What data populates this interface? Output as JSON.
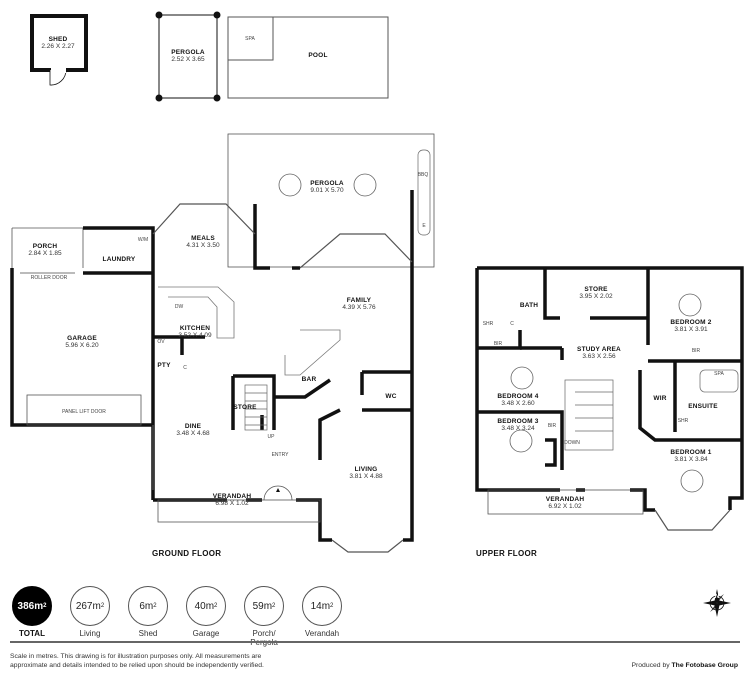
{
  "ground_floor": {
    "title": "GROUND FLOOR",
    "rooms": [
      {
        "id": "shed",
        "name": "SHED",
        "dims": "2.26 X 2.27"
      },
      {
        "id": "pergola-small",
        "name": "PERGOLA",
        "dims": "2.52 X 3.65"
      },
      {
        "id": "spa",
        "name": "SPA",
        "dims": ""
      },
      {
        "id": "pool",
        "name": "POOL",
        "dims": ""
      },
      {
        "id": "pergola-large",
        "name": "PERGOLA",
        "dims": "9.01 X 5.70"
      },
      {
        "id": "porch",
        "name": "PORCH",
        "dims": "2.84 X 1.85"
      },
      {
        "id": "laundry",
        "name": "LAUNDRY",
        "dims": ""
      },
      {
        "id": "meals",
        "name": "MEALS",
        "dims": "4.31 X 3.50"
      },
      {
        "id": "family",
        "name": "FAMILY",
        "dims": "4.39 X 5.76"
      },
      {
        "id": "garage",
        "name": "GARAGE",
        "dims": "5.96 X 6.20"
      },
      {
        "id": "kitchen",
        "name": "KITCHEN",
        "dims": "3.52 X 4.09"
      },
      {
        "id": "pty",
        "name": "PTY",
        "dims": ""
      },
      {
        "id": "bar",
        "name": "BAR",
        "dims": ""
      },
      {
        "id": "wc",
        "name": "WC",
        "dims": ""
      },
      {
        "id": "store",
        "name": "STORE",
        "dims": ""
      },
      {
        "id": "dine",
        "name": "DINE",
        "dims": "3.48 X 4.68"
      },
      {
        "id": "entry",
        "name": "ENTRY",
        "dims": ""
      },
      {
        "id": "living",
        "name": "LIVING",
        "dims": "3.81 X 4.88"
      },
      {
        "id": "verandah",
        "name": "VERANDAH",
        "dims": "6.98 X 1.02"
      }
    ],
    "fixtures": {
      "roller_door": "ROLLER DOOR",
      "panel_lift_door": "PANEL LIFT DOOR",
      "wm": "W/M",
      "dw": "DW",
      "ov": "OV",
      "c": "C",
      "up": "UP",
      "bbq": "BBQ",
      "e": "E"
    }
  },
  "upper_floor": {
    "title": "UPPER FLOOR",
    "rooms": [
      {
        "id": "store",
        "name": "STORE",
        "dims": "3.95 X 2.02"
      },
      {
        "id": "bath",
        "name": "BATH",
        "dims": ""
      },
      {
        "id": "bedroom-2",
        "name": "BEDROOM 2",
        "dims": "3.81 X 3.91"
      },
      {
        "id": "study-area",
        "name": "STUDY AREA",
        "dims": "3.63 X 2.56"
      },
      {
        "id": "bedroom-4",
        "name": "BEDROOM 4",
        "dims": "3.48 X 2.60"
      },
      {
        "id": "wir",
        "name": "WIR",
        "dims": ""
      },
      {
        "id": "ensuite",
        "name": "ENSUITE",
        "dims": ""
      },
      {
        "id": "bedroom-3",
        "name": "BEDROOM 3",
        "dims": "3.48 X 3.24"
      },
      {
        "id": "bedroom-1",
        "name": "BEDROOM 1",
        "dims": "3.81 X 3.84"
      },
      {
        "id": "verandah",
        "name": "VERANDAH",
        "dims": "6.92 X 1.02"
      }
    ],
    "fixtures": {
      "shr": "SHR",
      "c": "C",
      "bir": "BIR",
      "spa": "SPA",
      "down": "DOWN"
    }
  },
  "stats": [
    {
      "value": "386m",
      "sup": "2",
      "label": "TOTAL",
      "total": true
    },
    {
      "value": "267m",
      "sup": "2",
      "label": "Living"
    },
    {
      "value": "6m",
      "sup": "2",
      "label": "Shed"
    },
    {
      "value": "40m",
      "sup": "2",
      "label": "Garage"
    },
    {
      "value": "59m",
      "sup": "2",
      "label": "Porch/ Pergola"
    },
    {
      "value": "14m",
      "sup": "2",
      "label": "Verandah"
    }
  ],
  "footer": {
    "disclaimer": "Scale in metres. This drawing is for illustration purposes only. All measurements are approximate and details intended to be relied upon should be independently verified.",
    "produced_prefix": "Produced by",
    "produced_by": "The Fotobase Group"
  },
  "compass": {
    "label": "N"
  }
}
